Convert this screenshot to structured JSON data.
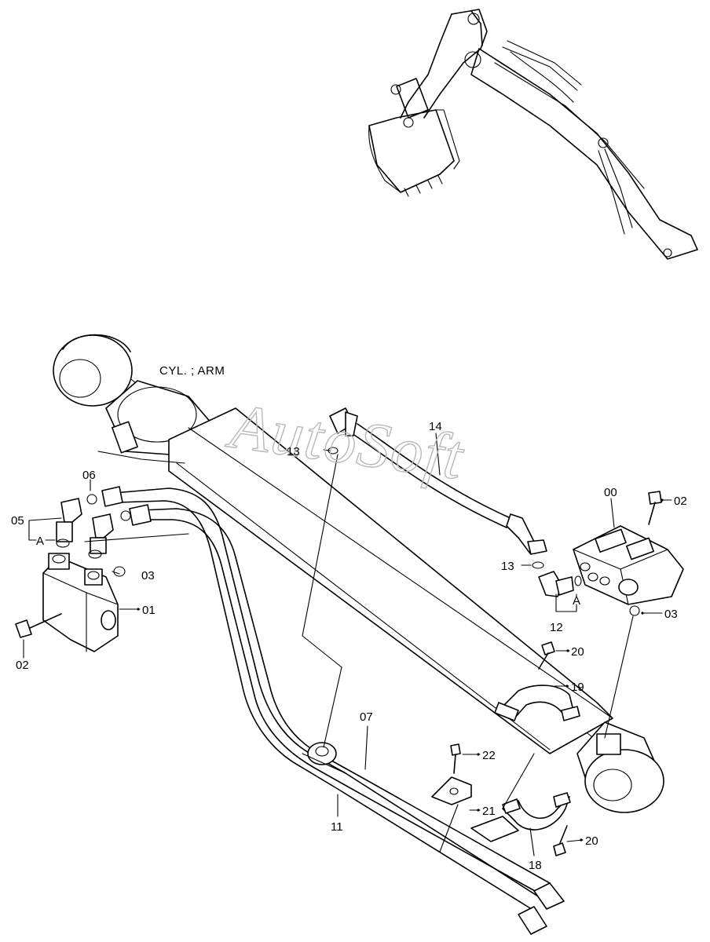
{
  "title": "CYL. ; ARM",
  "watermark": "AutoSoft",
  "callouts": {
    "c00": "00",
    "c01": "01",
    "c02a": "02",
    "c02b": "02",
    "c03a": "03",
    "c03b": "03",
    "c05": "05",
    "c06": "06",
    "c07": "07",
    "c11": "11",
    "c12": "12",
    "c13a": "13",
    "c13b": "13",
    "c14": "14",
    "c18": "18",
    "c19": "19",
    "c20a": "20",
    "c20b": "20",
    "c21": "21",
    "c22": "22",
    "cAa": "A",
    "cAb": "A"
  }
}
